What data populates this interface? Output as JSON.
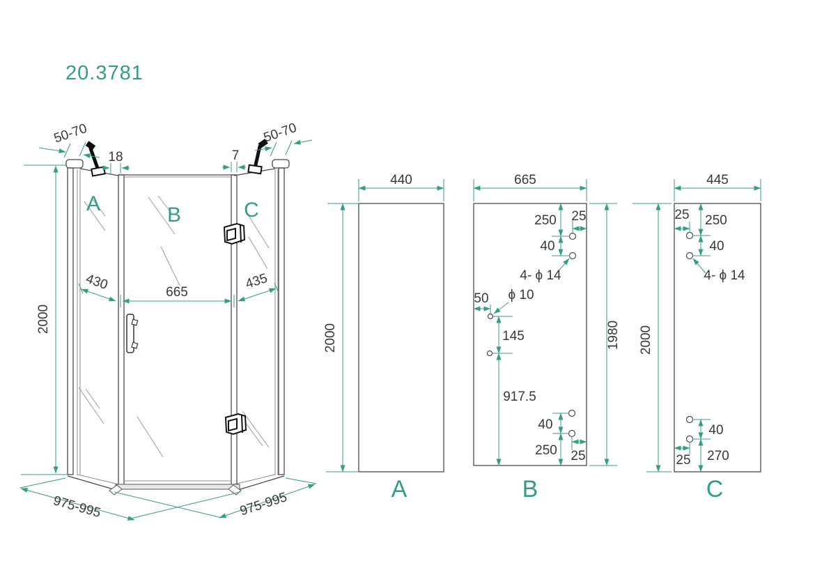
{
  "title": "20.3781",
  "accent_color": "#359d84",
  "line_color": "#4a4a4a",
  "labels": {
    "persp_a": "A",
    "persp_b": "B",
    "persp_c": "C",
    "flat_a": "A",
    "flat_b": "B",
    "flat_c": "C"
  },
  "dims": {
    "wall_left": "50-70",
    "gap_a": "18",
    "gap_c": "7",
    "wall_right": "50-70",
    "a_width_persp": "430",
    "b_width_persp": "665",
    "c_width_persp": "435",
    "height_persp": "2000",
    "base_left": "975-995",
    "base_right": "975-995",
    "a_width": "440",
    "a_height": "2000",
    "b_width": "665",
    "b_glass_height": "1980",
    "b_top_inset": "250",
    "b_top_edge": "25",
    "b_top_gap": "40",
    "b_top_holes": "4- ϕ 14",
    "b_mid_edge": "50",
    "b_mid_hole": "ϕ 10",
    "b_mid_gap": "145",
    "b_mid_inset": "917.5",
    "b_bot_gap": "40",
    "b_bot_inset": "250",
    "b_bot_edge": "25",
    "c_width": "445",
    "c_height": "2000",
    "c_top_edge": "25",
    "c_top_inset": "250",
    "c_top_gap": "40",
    "c_top_holes": "4- ϕ 14",
    "c_bot_gap": "40",
    "c_bot_inset": "270",
    "c_bot_edge": "25"
  }
}
